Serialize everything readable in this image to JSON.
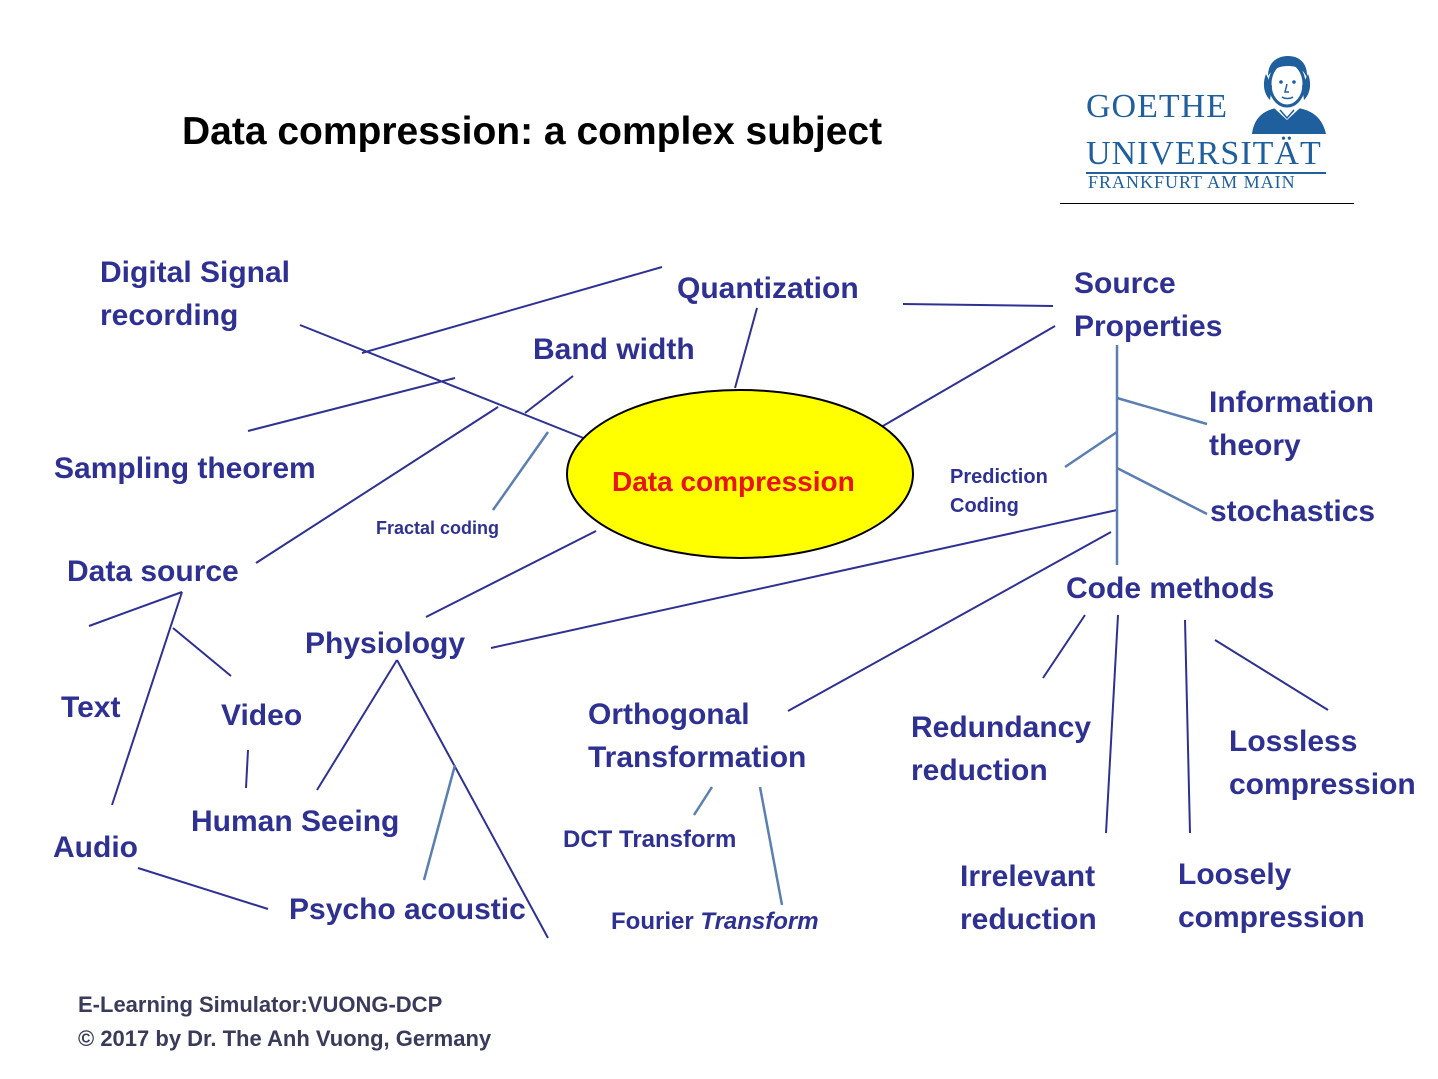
{
  "title": "Data compression: a complex subject",
  "center": {
    "label": "Data compression",
    "fill_color": "#ffff00",
    "text_color": "#e8141b"
  },
  "node_color": "#2e3192",
  "nodes": {
    "digital_signal": "Digital Signal\nrecording",
    "quantization": "Quantization",
    "source_properties": "Source\nProperties",
    "band_width": "Band width",
    "information_theory": "Information\ntheory",
    "sampling_theorem": "Sampling theorem",
    "prediction_coding": "Prediction\nCoding",
    "stochastics": "stochastics",
    "fractal_coding": "Fractal  coding",
    "data_source": "Data source",
    "code_methods": "Code methods",
    "physiology": "Physiology",
    "text": "Text",
    "video": "Video",
    "orthogonal_transformation": "Orthogonal\nTransformation",
    "redundancy_reduction": "Redundancy\nreduction",
    "lossless_compression": "Lossless\ncompression",
    "human_seeing": "Human Seeing",
    "dct_transform": "DCT Transform",
    "audio": "Audio",
    "irrelevant_reduction": "Irrelevant\nreduction",
    "loosely_compression": "Loosely\ncompression",
    "psycho_acoustic": "Psycho acoustic",
    "fourier_prefix": "Fourier ",
    "fourier_italic": "Transform"
  },
  "logo": {
    "line1": "GOETHE",
    "line2": "UNIVERSITÄT",
    "line3": "FRANKFURT AM MAIN",
    "color": "#1f5f9e",
    "icon": "goethe-portrait-icon"
  },
  "footer": {
    "line1": "E-Learning  Simulator:VUONG-DCP",
    "line2": "© 2017 by Dr. The Anh Vuong, Germany"
  }
}
